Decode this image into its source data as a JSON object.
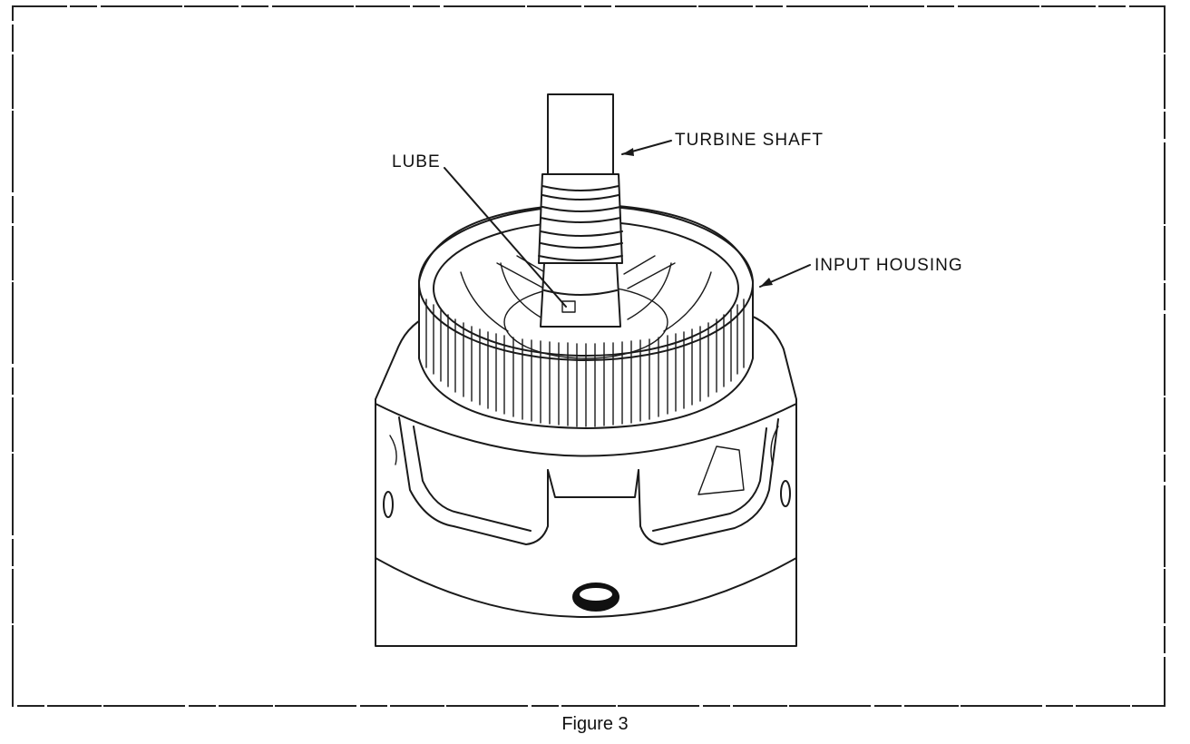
{
  "diagram": {
    "labels": {
      "turbine_shaft": "TURBINE SHAFT",
      "lube": "LUBE",
      "input_housing": "INPUT HOUSING"
    },
    "caption": "Figure 3",
    "colors": {
      "line": "#1a1a1a",
      "background": "#ffffff"
    }
  }
}
